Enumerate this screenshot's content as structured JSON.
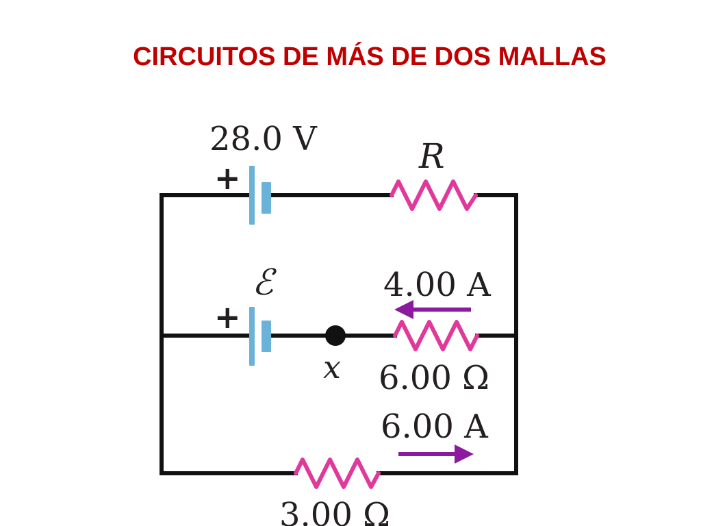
{
  "title": "CIRCUITOS DE MÁS DE DOS MALLAS",
  "labels": {
    "battery_top_voltage": "28.0 V",
    "resistor_top": "R",
    "emf": "ℰ",
    "middle_current": "4.00 A",
    "middle_resistance": "6.00 Ω",
    "node": "x",
    "bottom_current": "6.00 A",
    "bottom_resistance": "3.00 Ω",
    "plus_top": "+",
    "plus_middle": "+"
  },
  "colors": {
    "title": "#c00000",
    "wire": "#111111",
    "battery": "#6ab2d8",
    "resistor": "#e0399a",
    "arrow": "#8b1a9e",
    "text": "#231f20"
  },
  "icons": {
    "battery": "battery-icon",
    "resistor": "resistor-zigzag-icon",
    "current_arrow": "arrow-icon",
    "node": "node-dot-icon"
  }
}
